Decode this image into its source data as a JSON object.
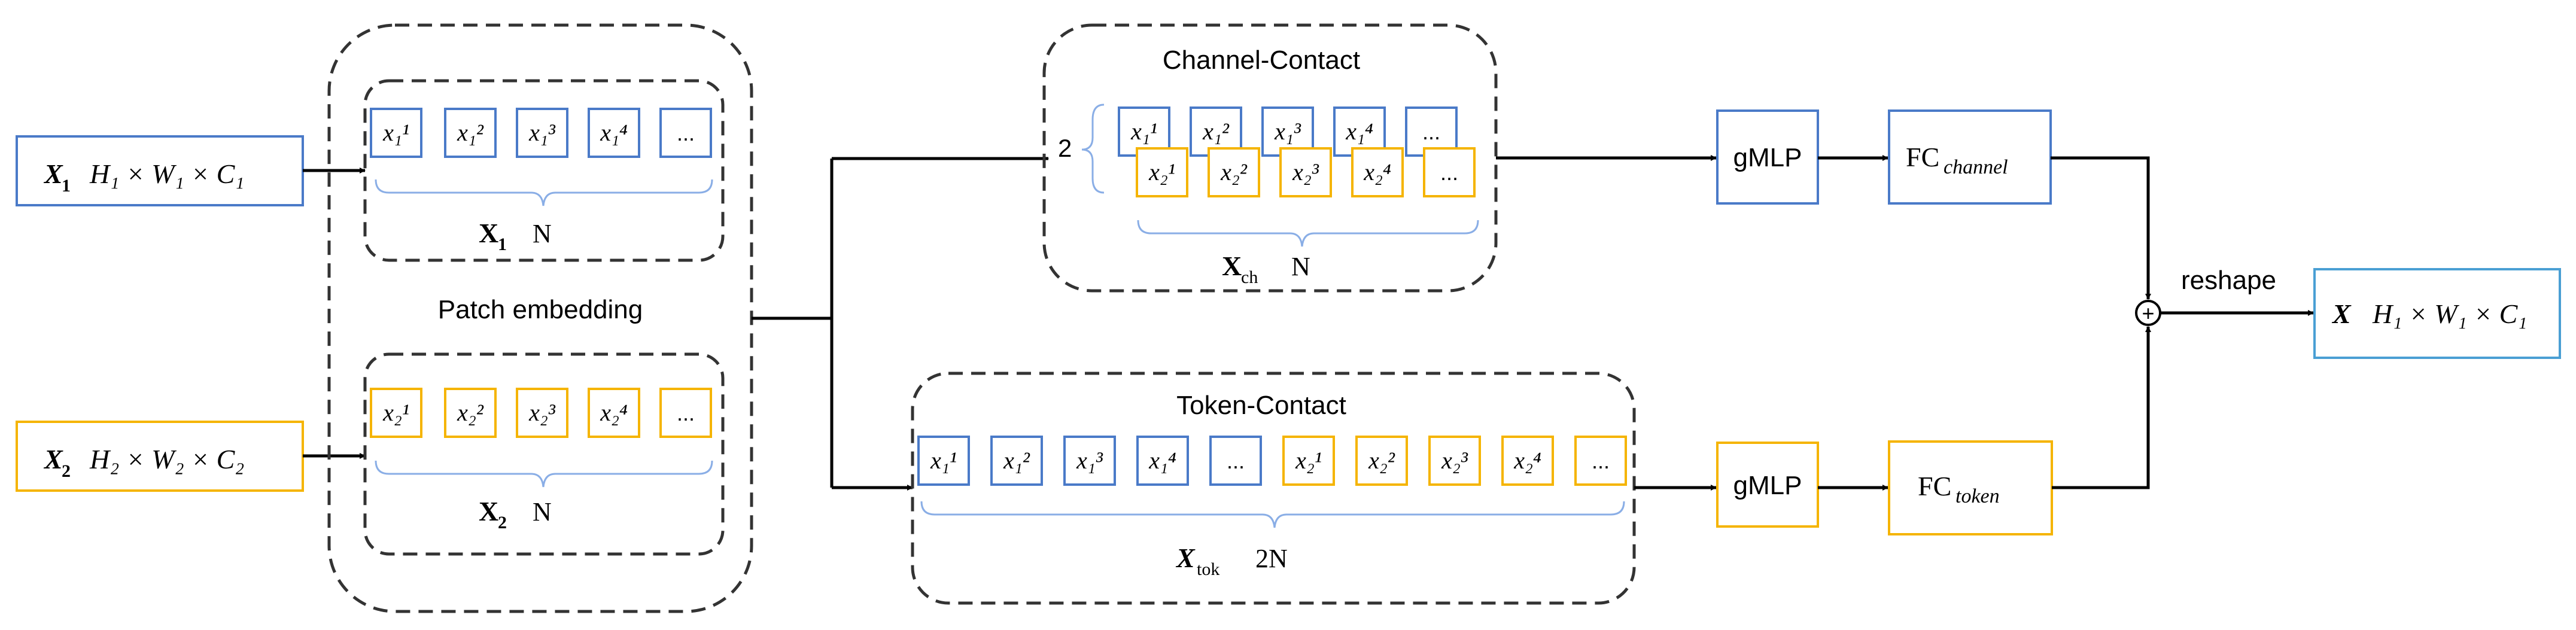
{
  "inputs": [
    {
      "var": "X",
      "sub": "1",
      "dims": "H₁ × W₁ × C₁",
      "color": "#4a7ac8"
    },
    {
      "var": "X",
      "sub": "2",
      "dims": "H₂ × W₂ × C₂",
      "color": "#f5b400"
    }
  ],
  "patch_embedding": {
    "label": "Patch embedding",
    "group1": {
      "tokens": [
        "x₁¹",
        "x₁²",
        "x₁³",
        "x₁⁴",
        "..."
      ],
      "caption_var": "X",
      "caption_sub": "1",
      "caption_n": "N"
    },
    "group2": {
      "tokens": [
        "x₂¹",
        "x₂²",
        "x₂³",
        "x₂⁴",
        "..."
      ],
      "caption_var": "X",
      "caption_sub": "2",
      "caption_n": "N"
    }
  },
  "channel_contact": {
    "title": "Channel-Contact",
    "multiplier": "2",
    "row1": [
      "x₁¹",
      "x₁²",
      "x₁³",
      "x₁⁴",
      "..."
    ],
    "row2": [
      "x₂¹",
      "x₂²",
      "x₂³",
      "x₂⁴",
      "..."
    ],
    "caption_var": "X",
    "caption_sub": "ch",
    "caption_n": "N"
  },
  "token_contact": {
    "title": "Token-Contact",
    "tokens_blue": [
      "x₁¹",
      "x₁²",
      "x₁³",
      "x₁⁴",
      "..."
    ],
    "tokens_yellow": [
      "x₂¹",
      "x₂²",
      "x₂³",
      "x₂⁴",
      "..."
    ],
    "caption_var": "X",
    "caption_sub": "tok",
    "caption_n": "2N"
  },
  "blocks": {
    "gmlp_top": "gMLP",
    "fc_channel": {
      "prefix": "FC",
      "sub": "channel"
    },
    "gmlp_bottom": "gMLP",
    "fc_token": {
      "prefix": "FC",
      "sub": "token"
    }
  },
  "merge": {
    "symbol": "+",
    "label": "reshape"
  },
  "output": {
    "var": "X",
    "dims": "H₁ × W₁ × C₁",
    "color": "#4a9fd4"
  },
  "colors": {
    "blue": "#4a7ac8",
    "yellow": "#f5b400",
    "light_blue": "#4a9fd4",
    "dashed": "#333333",
    "arrow": "#000000"
  }
}
